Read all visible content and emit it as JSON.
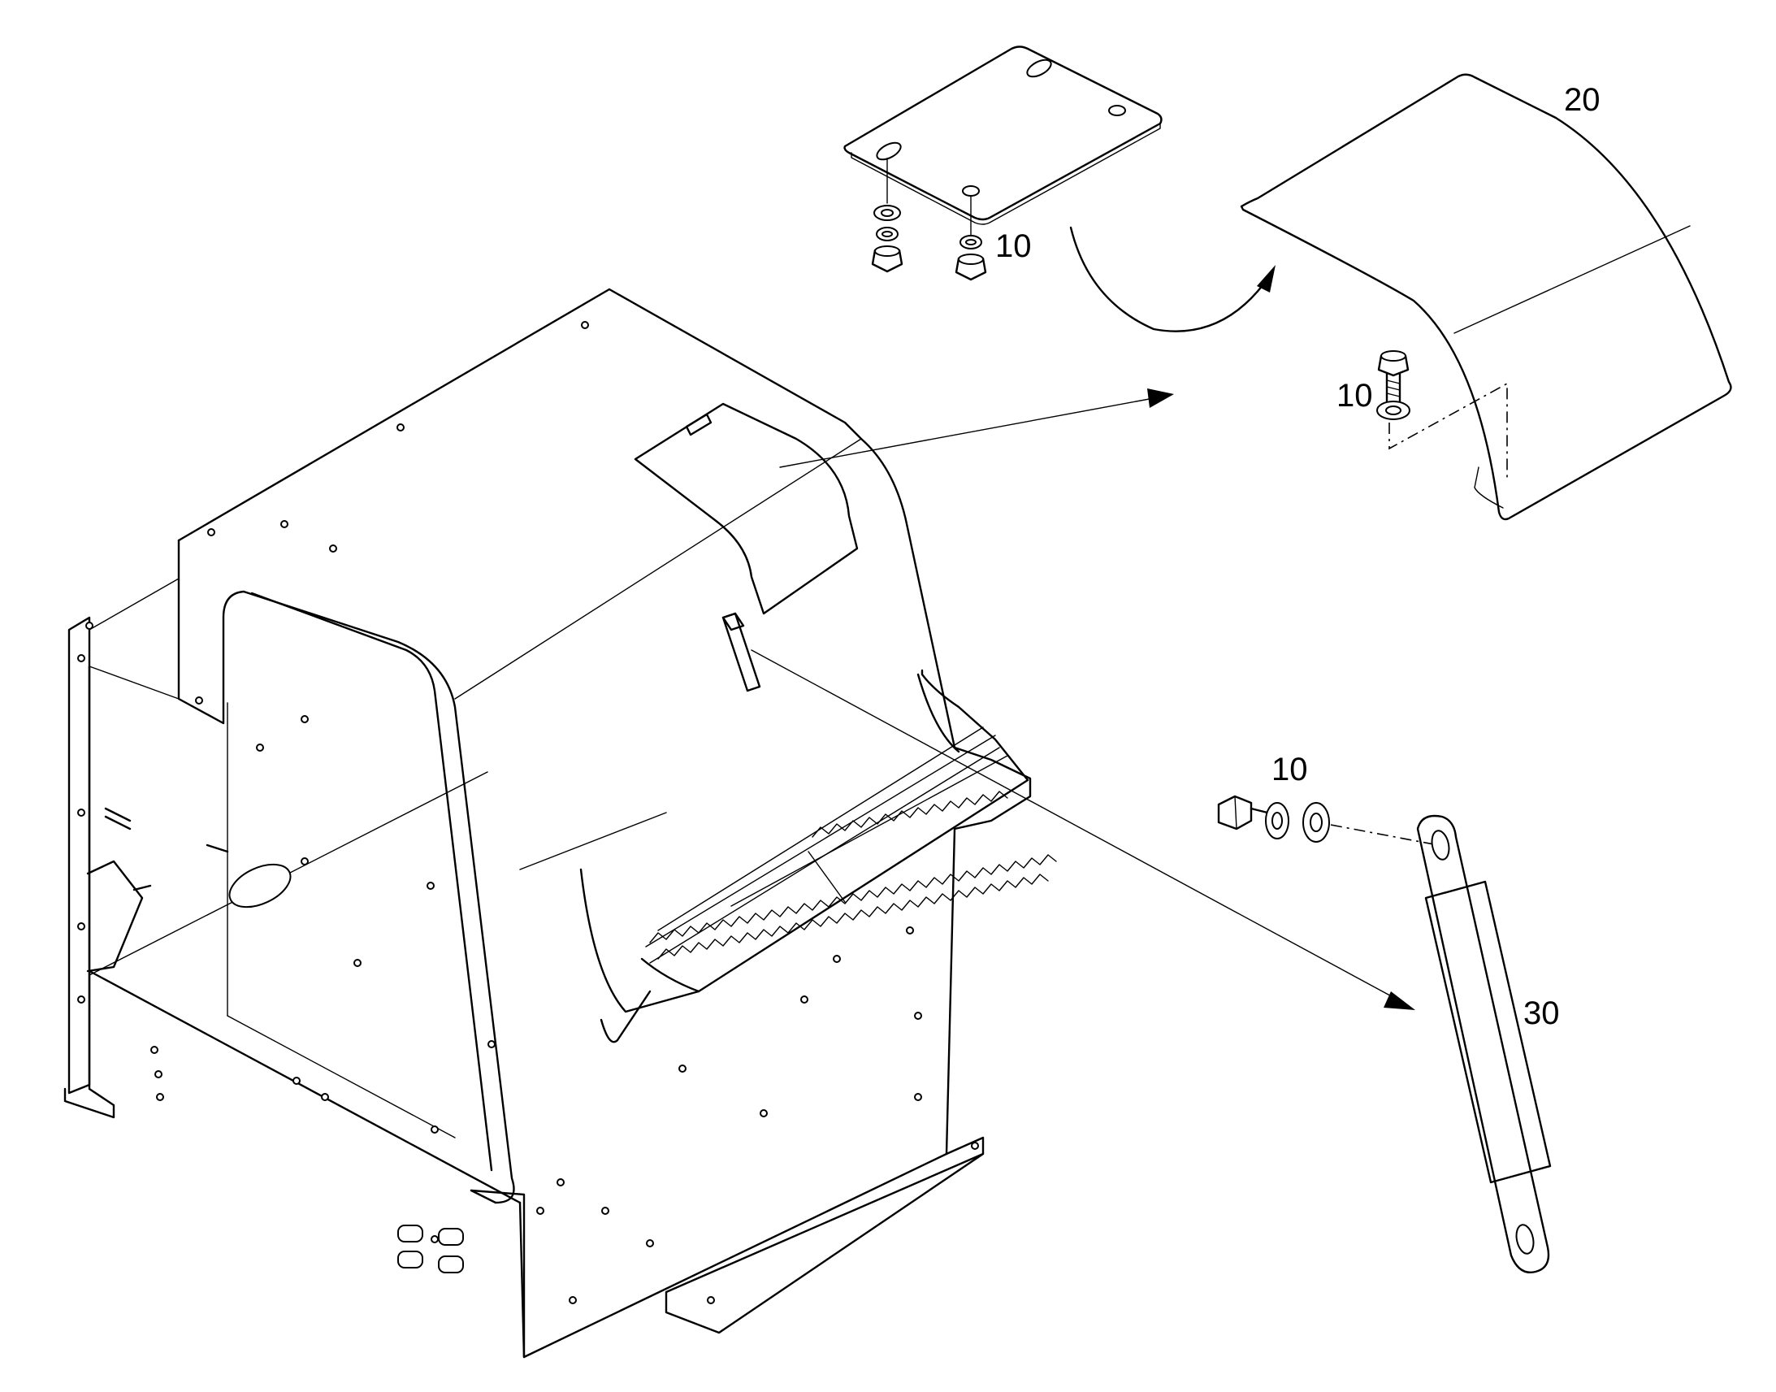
{
  "diagram": {
    "callouts": [
      {
        "id": "10a",
        "text": "10"
      },
      {
        "id": "20",
        "text": "20"
      },
      {
        "id": "10b",
        "text": "10"
      },
      {
        "id": "10c",
        "text": "10"
      },
      {
        "id": "30",
        "text": "30"
      }
    ]
  }
}
